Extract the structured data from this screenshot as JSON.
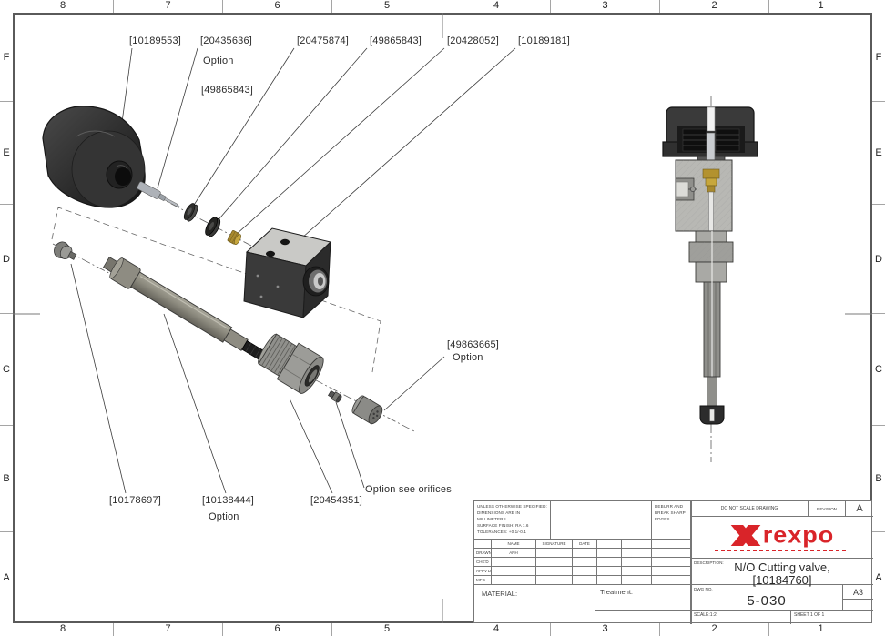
{
  "sheet": {
    "grid_top": [
      "8",
      "7",
      "6",
      "5",
      "4",
      "3",
      "2",
      "1"
    ],
    "grid_bottom": [
      "8",
      "7",
      "6",
      "5",
      "4",
      "3",
      "2",
      "1"
    ],
    "grid_left": [
      "F",
      "E",
      "D",
      "C",
      "B",
      "A"
    ],
    "grid_right": [
      "F",
      "E",
      "D",
      "C",
      "B",
      "A"
    ]
  },
  "part_labels": {
    "knob": "[10189553]",
    "pin": "[20435636]",
    "pin_option": "Option",
    "pin_alt": "[49865843]",
    "washer": "[20475874]",
    "seal": "[49865843]",
    "gland_nut": "[20428052]",
    "valve_body": "[10189181]",
    "plug": "[10178697]",
    "stem": "[10138444]",
    "stem_option": "Option",
    "fitting": "[20454351]",
    "orifice_note": "Option see orifices",
    "cap": "[49863665]",
    "cap_option": "Option"
  },
  "title_block": {
    "spec_note_line1": "UNLESS OTHERWISE SPECIFIED:",
    "spec_note_line2": "DIMENSIONS ARE IN MILLIMETERS",
    "spec_note_line3": "SURFACE FINISH: RA 1.6",
    "spec_note_line4": "TOLERANCES: +0.1/-0.1",
    "deburr_line1": "DEBURR AND",
    "deburr_line2": "BREAK SHARP",
    "deburr_line3": "EDGES",
    "do_not_scale": "DO NOT SCALE DRAWING",
    "revision_label": "REVISION",
    "revision_value": "A",
    "col_name": "NAME",
    "col_signature": "SIGNATURE",
    "col_date": "DATE",
    "row_drawn_label": "DRAWN",
    "row_drawn_name": "ANH",
    "row_chkd_label": "CHK'D",
    "row_appvd_label": "APPV'D",
    "row_mfg_label": "MFG",
    "material_label": "MATERIAL:",
    "treatment_label": "Treatment:",
    "description_label": "DESCRIPTION:",
    "description_line1": "N/O Cutting valve,",
    "description_line2": "[10184760]",
    "dwg_no_label": "DWG NO.",
    "dwg_no_value": "5-030",
    "paper_size": "A3",
    "scale_text": "SCALE:1:2",
    "sheet_text": "SHEET 1 OF 1",
    "logo_text": "rexpo"
  },
  "colors": {
    "logo_red": "#d92429",
    "frame_gray": "#5a5a5a"
  }
}
